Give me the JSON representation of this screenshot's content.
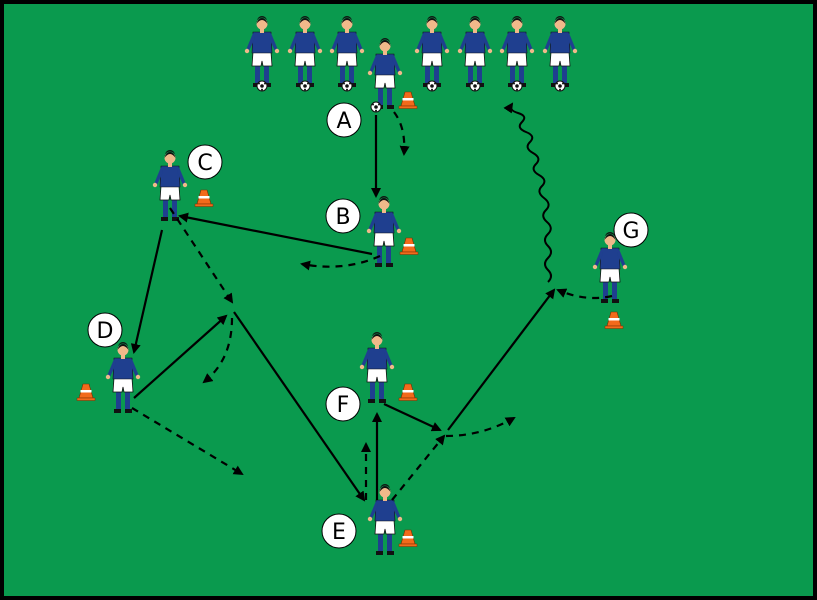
{
  "colors": {
    "field": "#0a9a4e",
    "border": "#000000",
    "jersey": "#1f3f8f",
    "shorts": "#ffffff",
    "socks": "#1f3f8f",
    "skin": "#f0b98a",
    "hair": "#111111",
    "cone": "#f26a1b",
    "arrow": "#000000",
    "label_bg": "#ffffff"
  },
  "labels": {
    "A": "A",
    "B": "B",
    "C": "C",
    "D": "D",
    "E": "E",
    "F": "F",
    "G": "G"
  },
  "icons": {
    "player": "player-icon",
    "ball": "soccer-ball-icon",
    "cone": "training-cone-icon"
  }
}
